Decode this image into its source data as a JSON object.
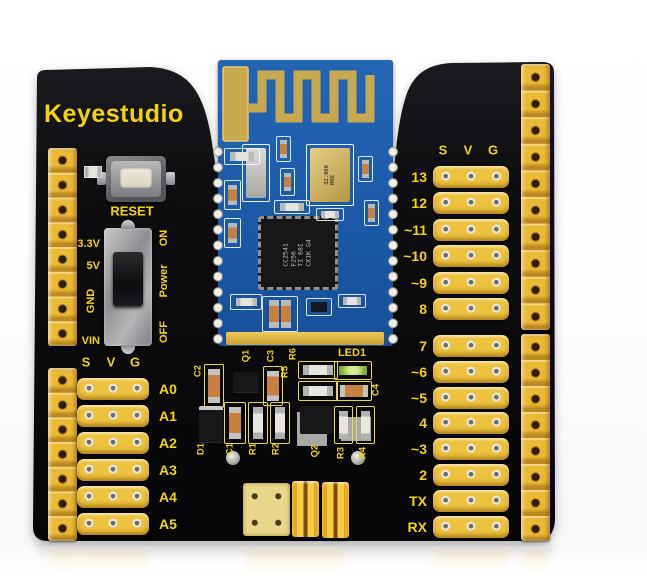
{
  "brand": "Keyestudio",
  "silkscreen": {
    "reset": "RESET",
    "power_rails": [
      "3.3V",
      "5V",
      "GND",
      "VIN"
    ],
    "switch_positions": [
      "ON",
      "Power",
      "OFF"
    ],
    "digital_upper": {
      "cols": [
        "S",
        "V",
        "G"
      ],
      "rows": [
        "13",
        "12",
        "~11",
        "~10",
        "~9",
        "8"
      ]
    },
    "digital_lower": {
      "rows": [
        "7",
        "~6",
        "~5",
        "4",
        "~3",
        "2",
        "TX",
        "RX"
      ]
    },
    "analog": {
      "cols": [
        "S",
        "V",
        "G"
      ],
      "rows": [
        "A0",
        "A1",
        "A2",
        "A3",
        "A4",
        "A5"
      ]
    },
    "component_labels": [
      "C2",
      "Q1",
      "C3",
      "R5",
      "R6",
      "LED1",
      "C4",
      "D1",
      "C1",
      "R1",
      "R2",
      "Q2",
      "R3",
      "R4"
    ]
  },
  "bt_module": {
    "chip_marking": [
      "CC2541",
      "F256",
      "TI 68I",
      "CX1K G4"
    ],
    "crystal_value": "32.000",
    "crystal_unit": "MHZ"
  },
  "colors": {
    "board_black": "#0c0c0e",
    "silkscreen_yellow": "#f2d30e",
    "header_yellow": "#eaba36",
    "module_blue": "#1d5caa",
    "antenna_gold": "#c8a94f",
    "led_green": "#93b93f",
    "background": "#ffffff"
  }
}
